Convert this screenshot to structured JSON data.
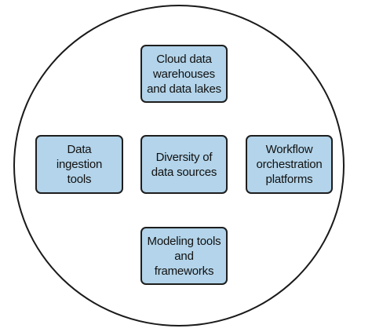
{
  "diagram": {
    "nodes": {
      "top": "Cloud data\nwarehouses\nand data lakes",
      "left": "Data\ningestion\ntools",
      "center": "Diversity of\ndata sources",
      "right": "Workflow\norchestration\nplatforms",
      "bottom": "Modeling tools\nand frameworks"
    },
    "colors": {
      "node_fill": "#b3d4ea",
      "outline": "#1e1e1e"
    }
  }
}
